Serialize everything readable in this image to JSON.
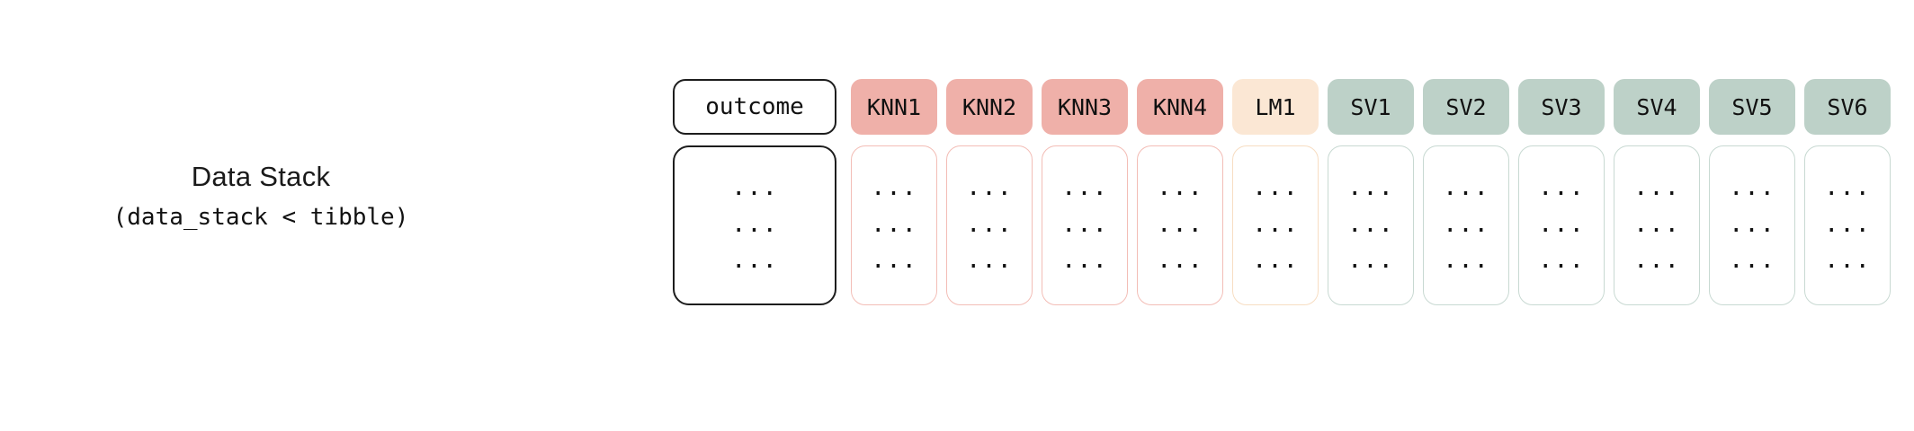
{
  "caption": {
    "title": "Data Stack",
    "subtitle": "(data_stack < tibble)"
  },
  "colors": {
    "knn_header_bg": "#efb0a9",
    "knn_body_border": "#f3bdb6",
    "lm_header_bg": "#fbe7d4",
    "lm_body_border": "#f7ddc2",
    "sv_header_bg": "#bdd1c8",
    "sv_body_border": "#c8d9d2",
    "outcome_border": "#1d1d1d",
    "text": "#111111",
    "background": "#ffffff"
  },
  "table": {
    "cell_placeholder": "...",
    "rows_per_cell": 3,
    "columns": [
      {
        "label": "outcome",
        "kind": "outcome"
      },
      {
        "label": "KNN1",
        "kind": "knn"
      },
      {
        "label": "KNN2",
        "kind": "knn"
      },
      {
        "label": "KNN3",
        "kind": "knn"
      },
      {
        "label": "KNN4",
        "kind": "knn"
      },
      {
        "label": "LM1",
        "kind": "lm"
      },
      {
        "label": "SV1",
        "kind": "sv"
      },
      {
        "label": "SV2",
        "kind": "sv"
      },
      {
        "label": "SV3",
        "kind": "sv"
      },
      {
        "label": "SV4",
        "kind": "sv"
      },
      {
        "label": "SV5",
        "kind": "sv"
      },
      {
        "label": "SV6",
        "kind": "sv"
      }
    ]
  }
}
